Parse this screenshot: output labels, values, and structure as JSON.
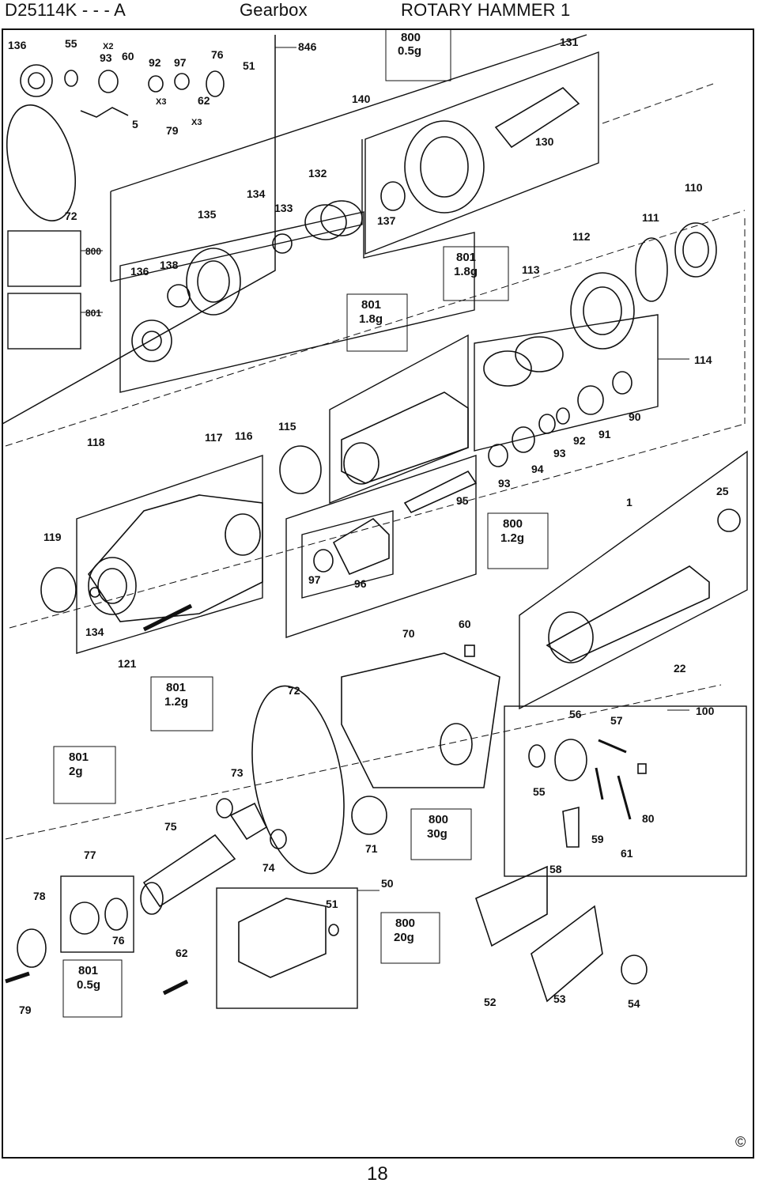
{
  "header": {
    "model": "D25114K - - - A",
    "section": "Gearbox",
    "product": "ROTARY HAMMER 1"
  },
  "footer": {
    "copyright": "©",
    "page_number": "18"
  },
  "callouts": {
    "c136a": "136",
    "c55a": "55",
    "c93a": "93",
    "c60a": "60",
    "c92": "92",
    "c97a": "97",
    "c76a": "76",
    "c51a": "51",
    "c846": "846",
    "c5": "5",
    "c79a": "79",
    "c62a": "62",
    "c72a": "72",
    "c140": "140",
    "c131": "131",
    "c130": "130",
    "c132": "132",
    "c134a": "134",
    "c133": "133",
    "c137": "137",
    "c135": "135",
    "c110": "110",
    "c111": "111",
    "c112": "112",
    "c113": "113",
    "c138": "138",
    "c136b": "136",
    "c114": "114",
    "c90": "90",
    "c91": "91",
    "c92b": "92",
    "c93b": "93",
    "c94": "94",
    "c93c": "93",
    "c95": "95",
    "c118": "118",
    "c117": "117",
    "c116": "116",
    "c115": "115",
    "c119": "119",
    "c134b": "134",
    "c121": "121",
    "c97b": "97",
    "c96": "96",
    "c1": "1",
    "c25": "25",
    "c70": "70",
    "c60b": "60",
    "c22": "22",
    "c72b": "72",
    "c100": "100",
    "c56": "56",
    "c57": "57",
    "c55b": "55",
    "c80": "80",
    "c59": "59",
    "c61": "61",
    "c58": "58",
    "c73": "73",
    "c75": "75",
    "c74": "74",
    "c71": "71",
    "c77": "77",
    "c78": "78",
    "c76b": "76",
    "c79b": "79",
    "c62b": "62",
    "c50": "50",
    "c51b": "51",
    "c52": "52",
    "c53": "53",
    "c54": "54",
    "x2": "X2",
    "x3a": "X3",
    "x3b": "X3"
  },
  "grease_boxes": {
    "g1": {
      "code": "800",
      "amount": "0.5g"
    },
    "g2": {
      "code": "801",
      "amount": "1.8g"
    },
    "g3": {
      "code": "801",
      "amount": "1.8g"
    },
    "g4": {
      "code": "800",
      "amount": "1.2g"
    },
    "g5": {
      "code": "801",
      "amount": "1.2g"
    },
    "g6": {
      "code": "801",
      "amount": "2g"
    },
    "g7": {
      "code": "800",
      "amount": "30g"
    },
    "g8": {
      "code": "800",
      "amount": "20g"
    },
    "g9": {
      "code": "801",
      "amount": "0.5g"
    },
    "side800": "800",
    "side801": "801"
  }
}
